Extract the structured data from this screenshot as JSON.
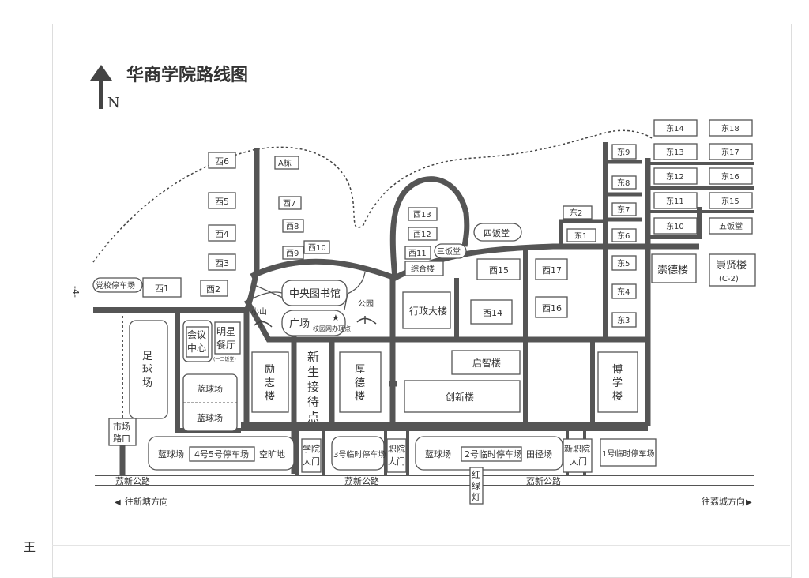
{
  "page_marker": "-4-",
  "side_glyph": "王",
  "title": "华商学院路线图",
  "north": "N",
  "west": {
    "xi6": "西6",
    "xi5": "西5",
    "xi4": "西4",
    "xi3": "西3",
    "xi1": "西1",
    "xi2": "西2",
    "a": "A栋",
    "xi7": "西7",
    "xi8": "西8",
    "xi9": "西9",
    "xi10": "西10",
    "party_parking": "党校停车场"
  },
  "middle": {
    "xi13": "西13",
    "xi12": "西12",
    "xi11": "西11",
    "canteen3": "三饭堂",
    "zonghe": "综合楼",
    "canteen4": "四饭堂",
    "xi15": "西15",
    "xi17": "西17",
    "xi16": "西16",
    "xi14": "西14",
    "admin": "行政大楼"
  },
  "east": {
    "d2": "东2",
    "d1": "东1",
    "d6": "东6",
    "d7": "东7",
    "d8": "东8",
    "d9": "东9",
    "d5": "东5",
    "d4": "东4",
    "d3": "东3",
    "d14": "东14",
    "d13": "东13",
    "d12": "东12",
    "d11": "东11",
    "d10": "东10",
    "d18": "东18",
    "d17": "东17",
    "d16": "东16",
    "d15": "东15",
    "canteen5": "五饭堂",
    "chongde": "崇德楼",
    "chongxian": "崇贤楼",
    "chongxian_code": "(C-2)"
  },
  "center": {
    "library": "中央图书馆",
    "square": "广场",
    "hill": "小山",
    "park": "公园",
    "network": "校园网办理点"
  },
  "south": {
    "football": [
      "足",
      "球",
      "场"
    ],
    "conference": [
      "会议",
      "中心"
    ],
    "star_restaurant": [
      "明星",
      "餐厅"
    ],
    "canteen12": "(一二饭堂)",
    "basketball1": "蓝球场",
    "basketball2": "蓝球场",
    "lizhi": [
      "励",
      "志",
      "楼"
    ],
    "reception": [
      "新",
      "生",
      "接",
      "待",
      "点"
    ],
    "houde": [
      "厚",
      "德",
      "楼"
    ],
    "qizhi": "启智楼",
    "chuangxin": "创新楼",
    "boxue": [
      "博",
      "学",
      "楼"
    ]
  },
  "bottom": {
    "market": [
      "市场",
      "路口"
    ],
    "bball_a": "蓝球场",
    "parking45": "4号5号停车场",
    "open_space": "空旷地",
    "college_gate": [
      "学院",
      "大门"
    ],
    "parking3": "3号临时停车场",
    "vocational_gate": [
      "职院",
      "大门"
    ],
    "bball_b": "蓝球场",
    "parking2": "2号临时停车场",
    "track": "田径场",
    "traffic_light": [
      "红",
      "绿",
      "灯"
    ],
    "new_vocational_gate": [
      "新职院",
      "大门"
    ],
    "parking1": "1号临时停车场",
    "road1": "荔新公路",
    "road2": "荔新公路",
    "road3": "荔新公路",
    "to_xintang": "往新塘方向",
    "to_licheng": "往荔城方向"
  }
}
